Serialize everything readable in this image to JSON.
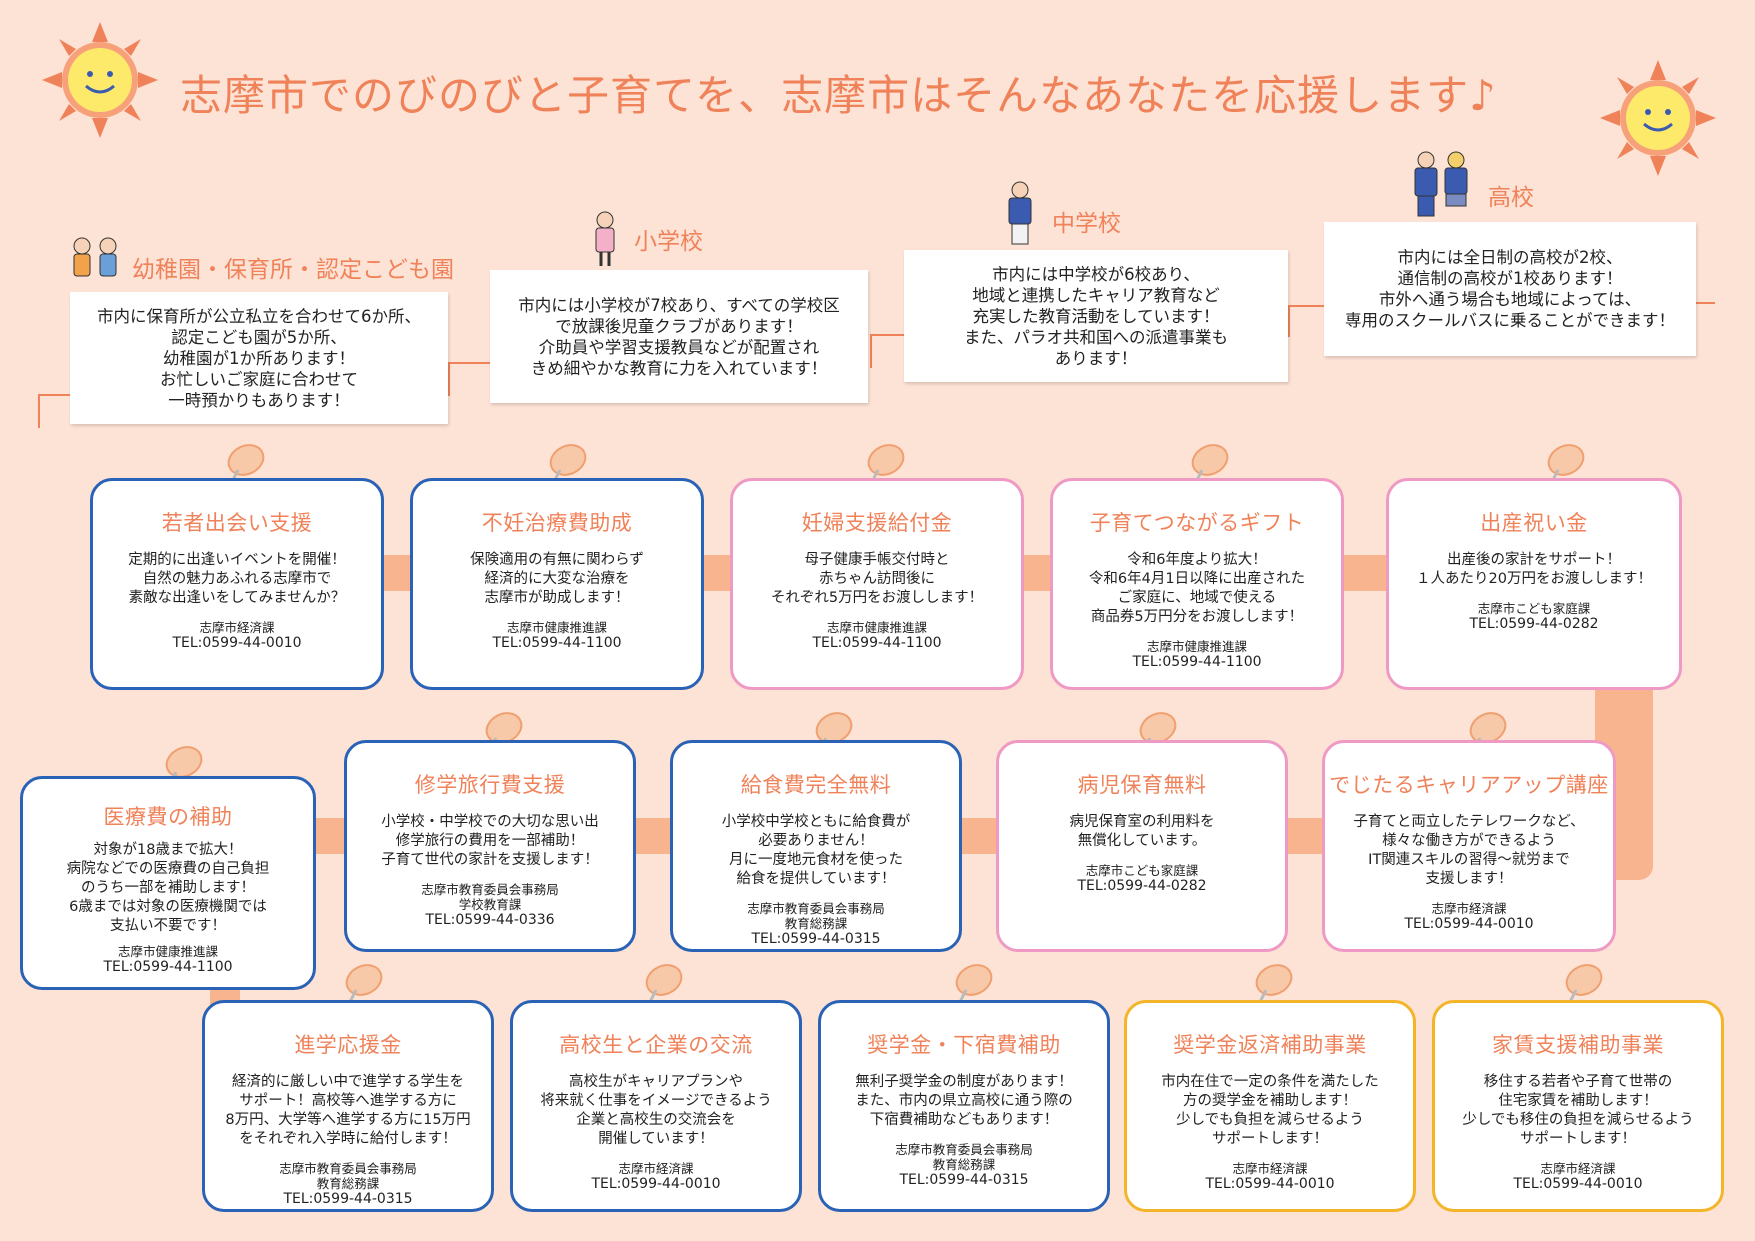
{
  "header": {
    "title": "志摩市でのびのびと子育てを、志摩市はそんなあなたを応援します♪"
  },
  "colors": {
    "accent": "#f0825a",
    "background": "#fde3d5",
    "blue": "#2a62b5",
    "pink": "#ef9ac4",
    "yellow": "#f4b52a",
    "band": "#f7b48f"
  },
  "stages": [
    {
      "label": "幼稚園・保育所・認定こども園",
      "text": "市内に保育所が公立私立を合わせて6か所、\n認定こども園が5か所、\n幼稚園が1か所あります！\nお忙しいご家庭に合わせて\n一時預かりもあります！"
    },
    {
      "label": "小学校",
      "text": "市内には小学校が7校あり、すべての学校区\nで放課後児童クラブがあります！\n介助員や学習支援教員などが配置され\nきめ細やかな教育に力を入れています！"
    },
    {
      "label": "中学校",
      "text": "市内には中学校が6校あり、\n地域と連携したキャリア教育など\n充実した教育活動をしています！\nまた、パラオ共和国への派遣事業も\nあります！"
    },
    {
      "label": "高校",
      "text": "市内には全日制の高校が2校、\n通信制の高校が1校あります！\n市外へ通う場合も地域によっては、\n専用のスクールバスに乗ることができます！"
    }
  ],
  "cards": [
    {
      "title": "若者出会い支援",
      "body": "定期的に出逢いイベントを開催！\n自然の魅力あふれる志摩市で\n素敵な出逢いをしてみませんか？",
      "dept": "志摩市経済課",
      "tel": "TEL:0599-44-0010"
    },
    {
      "title": "不妊治療費助成",
      "body": "保険適用の有無に関わらず\n経済的に大変な治療を\n志摩市が助成します！",
      "dept": "志摩市健康推進課",
      "tel": "TEL:0599-44-1100"
    },
    {
      "title": "妊婦支援給付金",
      "body": "母子健康手帳交付時と\n赤ちゃん訪問後に\nそれぞれ5万円をお渡しします！",
      "dept": "志摩市健康推進課",
      "tel": "TEL:0599-44-1100"
    },
    {
      "title": "子育てつながるギフト",
      "body": "令和6年度より拡大！\n令和6年4月1日以降に出産された\nご家庭に、地域で使える\n商品券5万円分をお渡しします！",
      "dept": "志摩市健康推進課",
      "tel": "TEL:0599-44-1100"
    },
    {
      "title": "出産祝い金",
      "body": "出産後の家計をサポート！\n１人あたり20万円をお渡しします！",
      "dept": "志摩市こども家庭課",
      "tel": "TEL:0599-44-0282"
    },
    {
      "title": "医療費の補助",
      "body": "対象が18歳まで拡大！\n病院などでの医療費の自己負担\nのうち一部を補助します！\n6歳までは対象の医療機関では\n支払い不要です！",
      "dept": "志摩市健康推進課",
      "tel": "TEL:0599-44-1100"
    },
    {
      "title": "修学旅行費支援",
      "body": "小学校・中学校での大切な思い出\n修学旅行の費用を一部補助！\n子育て世代の家計を支援します！",
      "dept": "志摩市教育委員会事務局\n学校教育課",
      "tel": "TEL:0599-44-0336"
    },
    {
      "title": "給食費完全無料",
      "body": "小学校中学校ともに給食費が\n必要ありません！\n月に一度地元食材を使った\n給食を提供しています！",
      "dept": "志摩市教育委員会事務局\n教育総務課",
      "tel": "TEL:0599-44-0315"
    },
    {
      "title": "病児保育無料",
      "body": "病児保育室の利用料を\n無償化しています。",
      "dept": "志摩市こども家庭課",
      "tel": "TEL:0599-44-0282"
    },
    {
      "title": "でじたるキャリアアップ講座",
      "body": "子育てと両立したテレワークなど、\n様々な働き方ができるよう\nIT関連スキルの習得～就労まで\n支援します！",
      "dept": "志摩市経済課",
      "tel": "TEL:0599-44-0010"
    },
    {
      "title": "進学応援金",
      "body": "経済的に厳しい中で進学する学生を\nサポート！高校等へ進学する方に\n8万円、大学等へ進学する方に15万円\nをそれぞれ入学時に給付します！",
      "dept": "志摩市教育委員会事務局\n教育総務課",
      "tel": "TEL:0599-44-0315"
    },
    {
      "title": "高校生と企業の交流",
      "body": "高校生がキャリアプランや\n将来就く仕事をイメージできるよう\n企業と高校生の交流会を\n開催しています！",
      "dept": "志摩市経済課",
      "tel": "TEL:0599-44-0010"
    },
    {
      "title": "奨学金・下宿費補助",
      "body": "無利子奨学金の制度があります！\nまた、市内の県立高校に通う際の\n下宿費補助などもあります！",
      "dept": "志摩市教育委員会事務局\n教育総務課",
      "tel": "TEL:0599-44-0315"
    },
    {
      "title": "奨学金返済補助事業",
      "body": "市内在住で一定の条件を満たした\n方の奨学金を補助します！\n少しでも負担を減らせるよう\nサポートします！",
      "dept": "志摩市経済課",
      "tel": "TEL:0599-44-0010"
    },
    {
      "title": "家賃支援補助事業",
      "body": "移住する若者や子育て世帯の\n住宅家賃を補助します！\n少しでも移住の負担を減らせるよう\nサポートします！",
      "dept": "志摩市経済課",
      "tel": "TEL:0599-44-0010"
    }
  ]
}
